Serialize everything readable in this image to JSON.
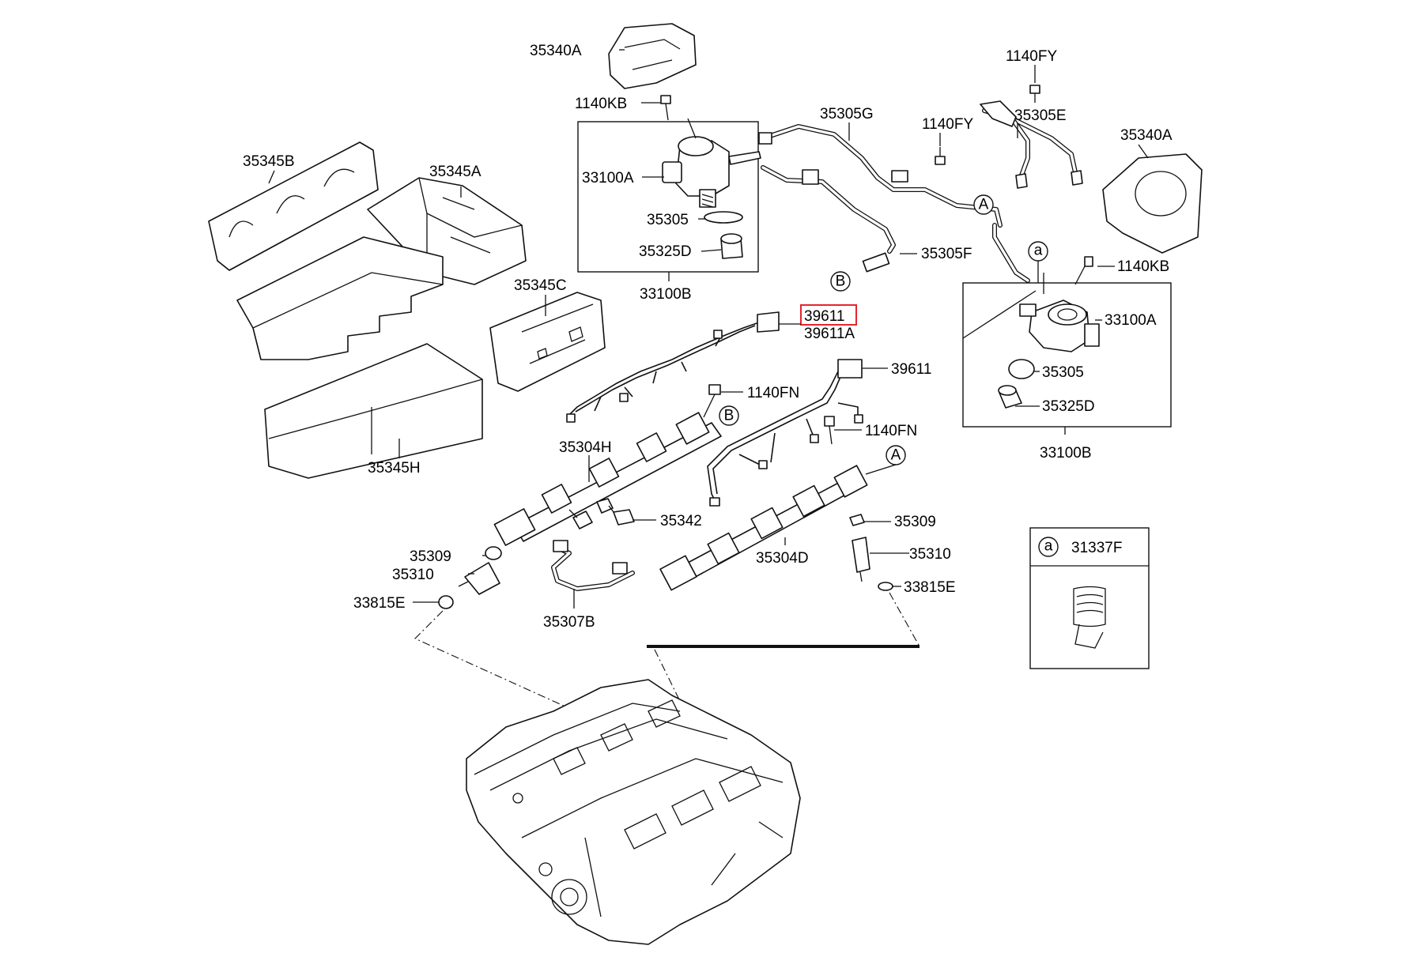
{
  "labels": {
    "cover_top": "35340A",
    "bolt_top": "1140KB",
    "pump_left": "33100A",
    "oring_left": "35305",
    "cup_left": "35325D",
    "assy_left": "33100B",
    "hose_g": "35305G",
    "bolt_fy1": "1140FY",
    "bolt_fy2": "1140FY",
    "hose_e": "35305E",
    "cover_right": "35340A",
    "hose_f": "35305F",
    "bolt_kb_right": "1140KB",
    "pump_right": "33100A",
    "oring_right": "35305",
    "cup_right": "35325D",
    "assy_right": "33100B",
    "cover_b": "35345B",
    "cover_a": "35345A",
    "cover_c": "35345C",
    "cover_h": "35345H",
    "harness_main": "39611",
    "harness_a": "39611A",
    "harness_right": "39611",
    "bolt_fn1": "1140FN",
    "bolt_fn2": "1140FN",
    "rail_h": "35304H",
    "sensor": "35342",
    "clip_left": "35309",
    "injector_left": "35310",
    "seal_left": "33815E",
    "pipe_b": "35307B",
    "rail_d": "35304D",
    "clip_right": "35309",
    "injector_right": "35310",
    "seal_right": "33815E",
    "inset_part": "31337F"
  },
  "callouts": {
    "A": "A",
    "B": "B",
    "a": "a"
  },
  "highlight_color": "#e4262d"
}
